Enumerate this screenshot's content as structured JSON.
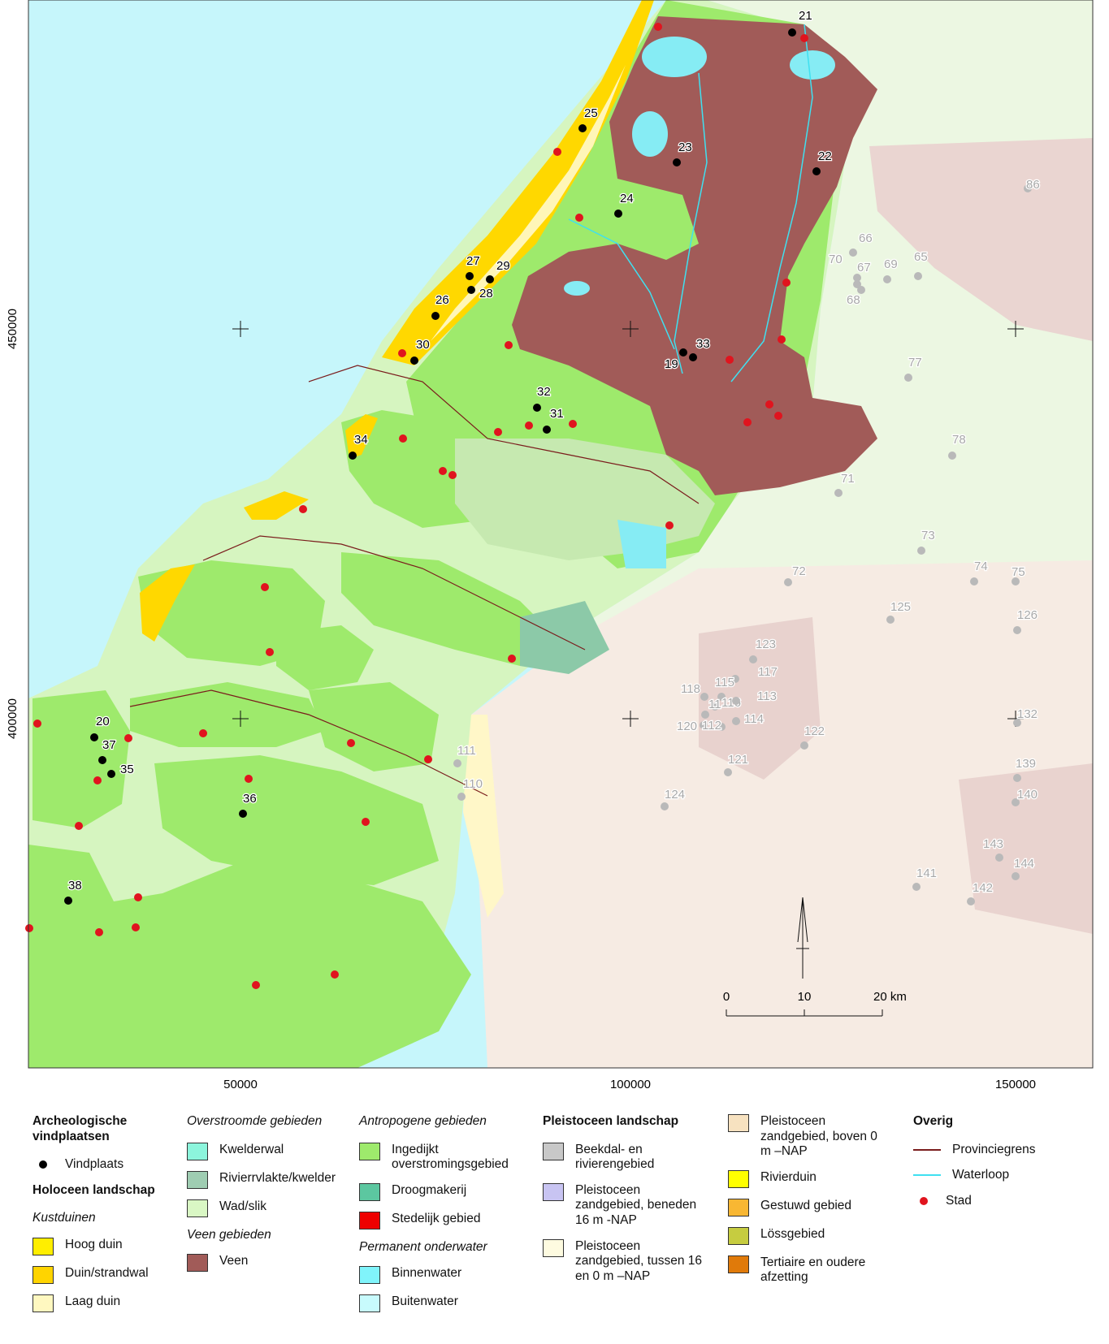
{
  "map": {
    "colors": {
      "sea": "#c6f6fb",
      "outer_water": "#cdf8fb",
      "inner_water": "#86ecf4",
      "ingedijkt": "#9eea6c",
      "wad": "#d6f5c0",
      "rivierkwelder": "#9fcdb2",
      "droogmakerij": "#5cc7a0",
      "veen": "#a15b58",
      "hoog_duin": "#ffee00",
      "duin_strandwal": "#ffd800",
      "laag_duin": "#fff6b8",
      "pleisto_zand_boven": "#f6e6d0",
      "pleisto_beek": "#c8c8c8",
      "faded_green": "#e8f6dc",
      "faded_brown": "#ead3cf",
      "provinciegrens": "#7a1c1c",
      "waterloop": "#3fe0f0",
      "stad": "#e0141e",
      "vindplaats": "#000000"
    },
    "x_ticks": [
      "50000",
      "100000",
      "150000"
    ],
    "y_ticks": [
      "450000",
      "400000"
    ],
    "scalebar": {
      "labels": [
        "0",
        "10",
        "20 km"
      ]
    },
    "sites_black": [
      {
        "label": "21"
      },
      {
        "label": "25"
      },
      {
        "label": "23"
      },
      {
        "label": "22"
      },
      {
        "label": "24"
      },
      {
        "label": "27"
      },
      {
        "label": "29"
      },
      {
        "label": "28"
      },
      {
        "label": "26"
      },
      {
        "label": "30"
      },
      {
        "label": "33"
      },
      {
        "label": "19"
      },
      {
        "label": "32"
      },
      {
        "label": "31"
      },
      {
        "label": "34"
      },
      {
        "label": "20"
      },
      {
        "label": "37"
      },
      {
        "label": "35"
      },
      {
        "label": "36"
      },
      {
        "label": "38"
      }
    ],
    "sites_faded": [
      {
        "label": "86"
      },
      {
        "label": "66"
      },
      {
        "label": "70"
      },
      {
        "label": "67"
      },
      {
        "label": "69"
      },
      {
        "label": "65"
      },
      {
        "label": "68"
      },
      {
        "label": "77"
      },
      {
        "label": "78"
      },
      {
        "label": "71"
      },
      {
        "label": "73"
      },
      {
        "label": "72"
      },
      {
        "label": "74"
      },
      {
        "label": "75"
      },
      {
        "label": "125"
      },
      {
        "label": "126"
      },
      {
        "label": "123"
      },
      {
        "label": "117"
      },
      {
        "label": "115"
      },
      {
        "label": "118"
      },
      {
        "label": "116"
      },
      {
        "label": "113"
      },
      {
        "label": "11"
      },
      {
        "label": "114"
      },
      {
        "label": "120"
      },
      {
        "label": "112"
      },
      {
        "label": "122"
      },
      {
        "label": "132"
      },
      {
        "label": "121"
      },
      {
        "label": "111"
      },
      {
        "label": "139"
      },
      {
        "label": "110"
      },
      {
        "label": "124"
      },
      {
        "label": "140"
      },
      {
        "label": "143"
      },
      {
        "label": "144"
      },
      {
        "label": "141"
      },
      {
        "label": "142"
      }
    ]
  },
  "legend": {
    "archeo": {
      "title": "Archeologische vindplaatsen",
      "vindplaats": "Vindplaats"
    },
    "holoceen": {
      "title": "Holoceen landschap",
      "kustduinen": "Kustduinen",
      "hoog_duin": "Hoog duin",
      "duin_strandwal": "Duin/strandwal",
      "laag_duin": "Laag duin"
    },
    "overstroomd": {
      "title": "Overstroomde gebieden",
      "kwelderwal": "Kwelderwal",
      "rivierkwelder": "Rivierrvlakte/kwelder",
      "wad": "Wad/slik",
      "veen_title": "Veen gebieden",
      "veen": "Veen"
    },
    "antropogeen": {
      "title": "Antropogene gebieden",
      "ingedijkt": "Ingedijkt overstromingsgebied",
      "droogmakerij": "Droogmakerij",
      "stedelijk": "Stedelijk gebied",
      "onderwater_title": "Permanent onderwater",
      "binnenwater": "Binnenwater",
      "buitenwater": "Buitenwater"
    },
    "pleistoceen": {
      "title": "Pleistoceen landschap",
      "beekdal": "Beekdal- en rivierengebied",
      "zand_beneden": "Pleistoceen zandgebied, beneden 16 m -NAP",
      "zand_tussen": "Pleistoceen zandgebied, tussen 16 en 0 m –NAP"
    },
    "pleistoceen2": {
      "zand_boven": "Pleistoceen zandgebied, boven 0 m –NAP",
      "rivierduin": "Rivierduin",
      "gestuwd": "Gestuwd gebied",
      "loss": "Lössgebied",
      "tertiair": "Tertiaire en oudere afzetting"
    },
    "overig": {
      "title": "Overig",
      "provinciegrens": "Provinciegrens",
      "waterloop": "Waterloop",
      "stad": "Stad"
    },
    "swatch_colors": {
      "hoog_duin": "#ffee00",
      "duin_strandwal": "#ffd400",
      "laag_duin": "#fff8c0",
      "kwelderwal": "#8cf5dc",
      "rivierkwelder": "#9fcdb2",
      "wad": "#d9f7c4",
      "veen": "#a15b58",
      "ingedijkt": "#9eea6c",
      "droogmakerij": "#5cc7a0",
      "stedelijk": "#ee0000",
      "binnenwater": "#80f4fb",
      "buitenwater": "#c8fbfd",
      "beekdal": "#c8c8c8",
      "zand_beneden": "#c8c4f2",
      "zand_tussen": "#fefbe0",
      "zand_boven": "#f7e2c0",
      "rivierduin": "#ffff00",
      "gestuwd": "#f8b733",
      "loss": "#c6cc40",
      "tertiair": "#e07a0a",
      "provinciegrens": "#7a1c1c",
      "waterloop": "#3fe0f0",
      "stad": "#e0141e",
      "vindplaats": "#000000"
    }
  }
}
